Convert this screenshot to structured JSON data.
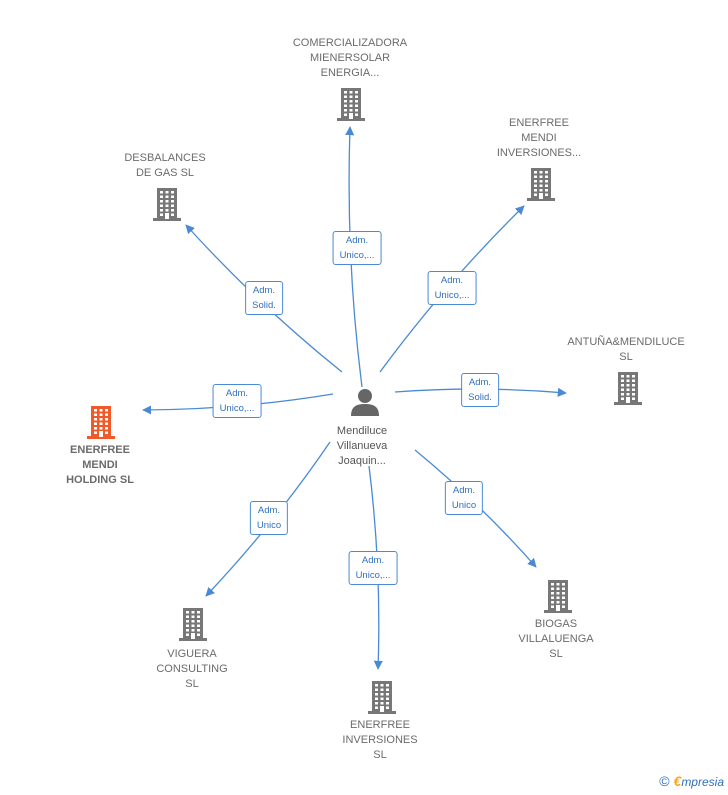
{
  "colors": {
    "edge": "#4a8ad4",
    "building": "#777777",
    "building_highlight": "#f05a28",
    "person": "#666666"
  },
  "center": {
    "lines": [
      "Mendiluce",
      "Villanueva",
      "Joaquin..."
    ],
    "icon": "person-icon"
  },
  "companies": [
    {
      "id": "comercializadora",
      "lines": [
        "COMERCIALIZADORA",
        "MIENERSOLAR",
        "ENERGIA..."
      ],
      "icon": "building-icon",
      "role": [
        "Adm.",
        "Unico,..."
      ]
    },
    {
      "id": "enerfree-mendi-inversiones",
      "lines": [
        "ENERFREE",
        "MENDI",
        "INVERSIONES..."
      ],
      "icon": "building-icon",
      "role": [
        "Adm.",
        "Unico,..."
      ]
    },
    {
      "id": "desbalances",
      "lines": [
        "DESBALANCES",
        "DE GAS  SL"
      ],
      "icon": "building-icon",
      "role": [
        "Adm.",
        "Solid."
      ]
    },
    {
      "id": "antuna",
      "lines": [
        "ANTUÑA&MENDILUCE",
        "SL"
      ],
      "icon": "building-icon",
      "role": [
        "Adm.",
        "Solid."
      ]
    },
    {
      "id": "enerfree-mendi-holding",
      "lines": [
        "ENERFREE",
        "MENDI",
        "HOLDING  SL"
      ],
      "icon": "building-icon",
      "highlight": true,
      "role": [
        "Adm.",
        "Unico,..."
      ]
    },
    {
      "id": "viguera",
      "lines": [
        "VIGUERA",
        "CONSULTING",
        "SL"
      ],
      "icon": "building-icon",
      "role": [
        "Adm.",
        "Unico"
      ]
    },
    {
      "id": "enerfree-inversiones",
      "lines": [
        "ENERFREE",
        "INVERSIONES",
        "SL"
      ],
      "icon": "building-icon",
      "role": [
        "Adm.",
        "Unico,..."
      ]
    },
    {
      "id": "biogas",
      "lines": [
        "BIOGAS",
        "VILLALUENGA",
        "SL"
      ],
      "icon": "building-icon",
      "role": [
        "Adm.",
        "Unico"
      ]
    }
  ],
  "footer": {
    "copyright": "©",
    "brand_initial": "€",
    "brand_rest": "mpresia"
  }
}
